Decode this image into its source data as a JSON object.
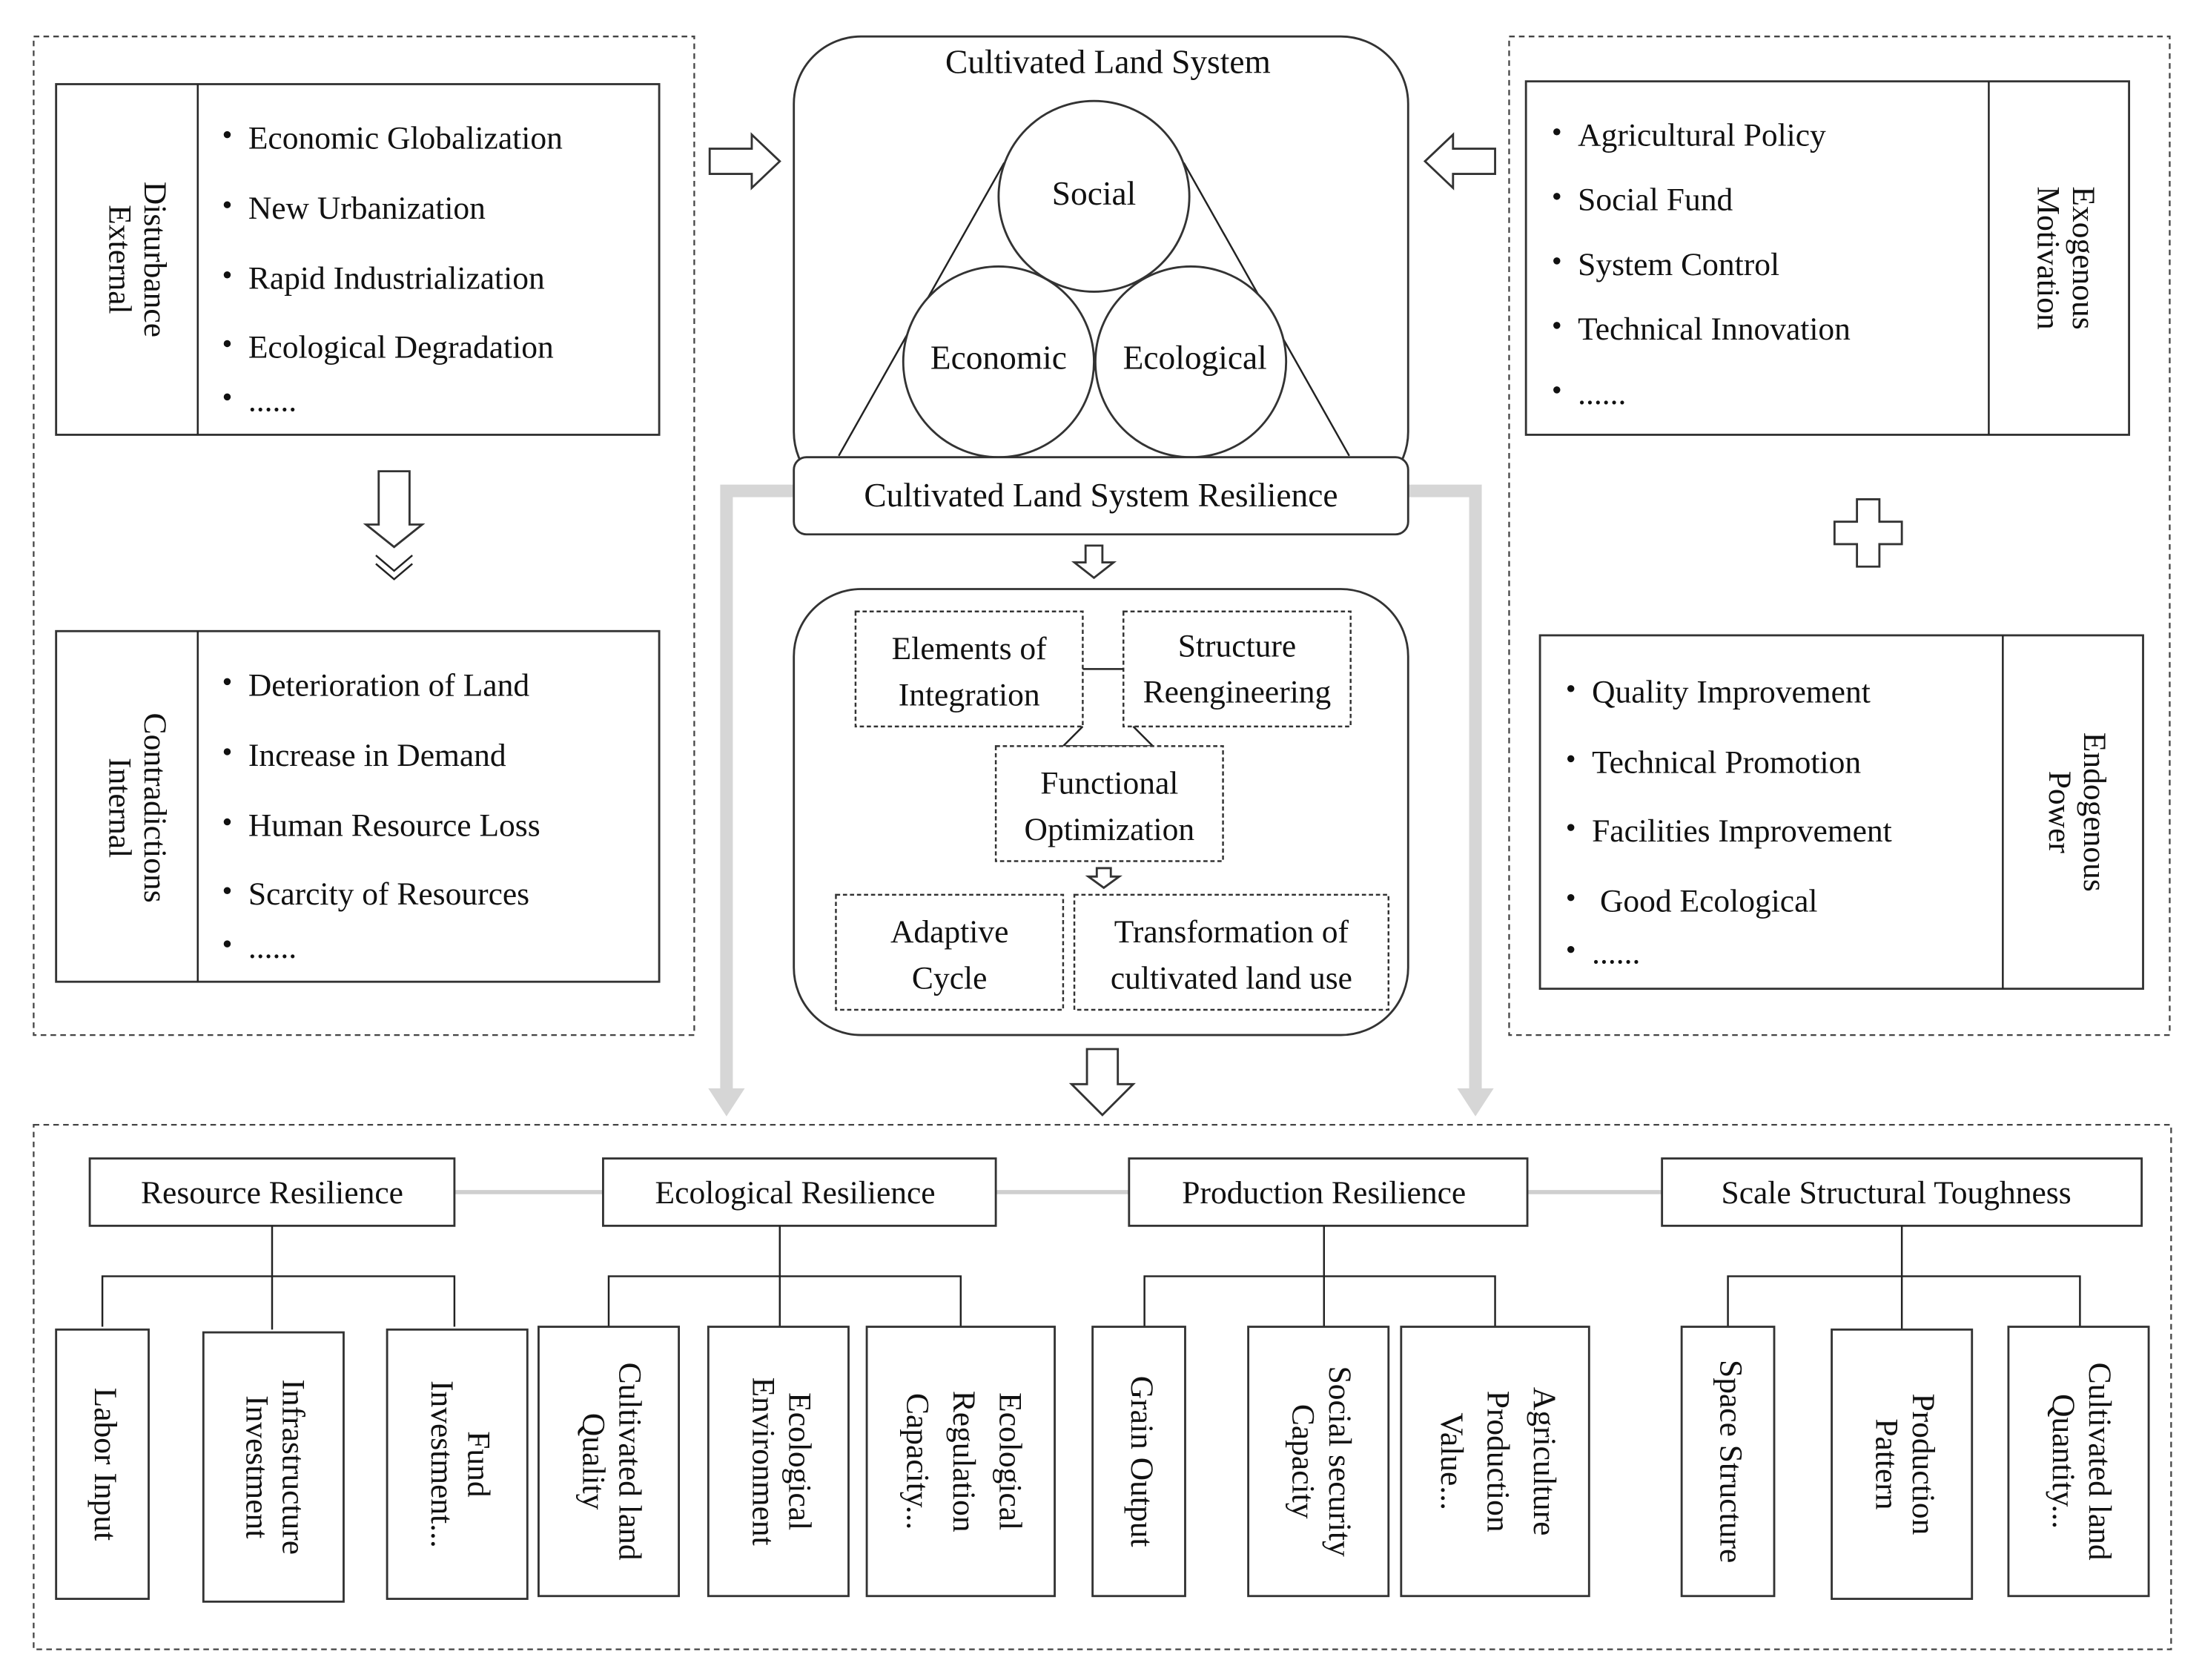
{
  "left": {
    "external": {
      "title": [
        "External",
        "Disturbance"
      ],
      "items": [
        "Economic Globalization",
        "New Urbanization",
        "Rapid Industrialization",
        "Ecological Degradation",
        "......"
      ]
    },
    "internal": {
      "title": [
        "Internal",
        "Contradictions"
      ],
      "items": [
        "Deterioration of Land",
        "Increase in Demand",
        "Human Resource Loss",
        "Scarcity of Resources",
        "......"
      ]
    }
  },
  "center": {
    "system_title": "Cultivated Land System",
    "circles": {
      "top": "Social",
      "left": "Economic",
      "right": "Ecological"
    },
    "resilience_label": "Cultivated Land System Resilience",
    "process": {
      "integration": [
        "Elements of",
        "Integration"
      ],
      "reengineering": [
        "Structure",
        "Reengineering"
      ],
      "optimization": [
        "Functional",
        "Optimization"
      ],
      "adaptive": [
        "Adaptive",
        "Cycle"
      ],
      "transformation": [
        "Transformation of",
        "cultivated land use"
      ]
    }
  },
  "right": {
    "exogenous": {
      "title": [
        "Exogenous",
        "Motivation"
      ],
      "items": [
        "Agricultural Policy",
        "Social Fund",
        "System Control",
        "Technical Innovation",
        "......"
      ]
    },
    "endogenous": {
      "title": [
        "Endogenous",
        "Power"
      ],
      "items": [
        "Quality Improvement",
        "Technical Promotion",
        "Facilities Improvement",
        " Good Ecological",
        "......"
      ]
    }
  },
  "bottom": {
    "categories": [
      {
        "label": "Resource Resilience",
        "leaves": [
          [
            "Labor Input"
          ],
          [
            "Infrastructure",
            "Investment"
          ],
          [
            "Fund",
            "Investment..."
          ]
        ]
      },
      {
        "label": "Ecological Resilience",
        "leaves": [
          [
            "Cultivated land",
            "Quality"
          ],
          [
            "Ecological",
            "Environment"
          ],
          [
            "Ecological",
            "Regulation",
            "Capacity..."
          ]
        ]
      },
      {
        "label": "Production Resilience",
        "leaves": [
          [
            "Grain Output"
          ],
          [
            "Social security",
            "Capacity"
          ],
          [
            "Agriculture",
            "Production",
            "Value..."
          ]
        ]
      },
      {
        "label": "Scale Structural Toughness",
        "leaves": [
          [
            "Space Structure"
          ],
          [
            "Production",
            "Pattern"
          ],
          [
            "Cultivated land",
            "Quantity..."
          ]
        ]
      }
    ]
  }
}
